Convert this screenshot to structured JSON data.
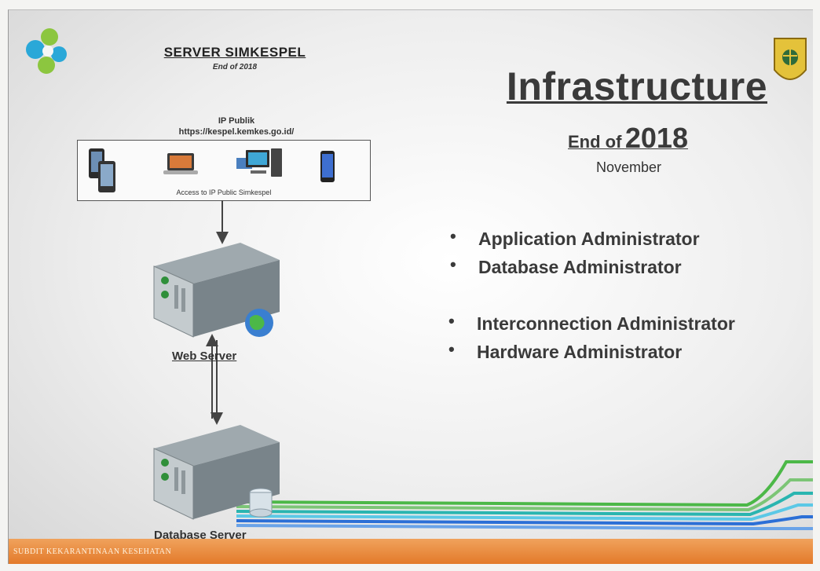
{
  "left_panel": {
    "title": "SERVER SIMKESPEL",
    "subtitle": "End of 2018",
    "ip_label": "IP Publik",
    "ip_url": "https://kespel.kemkes.go.id/",
    "ip_caption": "Access to IP Public Simkespel",
    "devices": [
      "phones-icon",
      "laptop-icon",
      "desktop-computer-icon",
      "smartphone-icon"
    ],
    "web_server_label": "Web Server",
    "db_server_label": "Database Server"
  },
  "right_panel": {
    "title": "Infrastructure",
    "end_of_prefix": "End of",
    "end_of_year": "2018",
    "month": "November",
    "bullets_group1": [
      "Application Administrator",
      "Database Administrator"
    ],
    "bullets_group2": [
      "Interconnection Administrator",
      "Hardware Administrator"
    ]
  },
  "footer": {
    "text": "SUBDIT KEKARANTINAAN KESEHATAN"
  },
  "colors": {
    "footer_orange": "#e8842f",
    "line_green": "#4cb848",
    "line_teal": "#2ab5b0",
    "line_blue": "#2c6fd6",
    "logo_green": "#8cc63f",
    "logo_blue": "#2aa8d8"
  }
}
